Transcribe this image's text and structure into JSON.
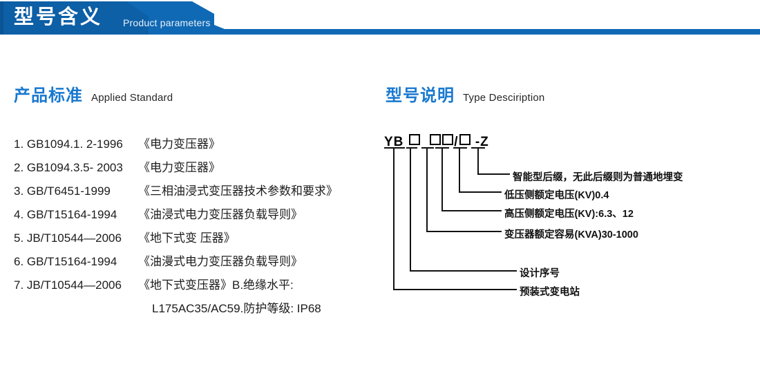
{
  "banner": {
    "title": "型号含义",
    "subtitle": "Product parameters",
    "color_main": "#1069b4",
    "color_dark": "#0d5fa6"
  },
  "left_section": {
    "heading_zh": "产品标准",
    "heading_en": "Applied Standard",
    "items": [
      {
        "code": "1. GB1094.1. 2-1996",
        "name": "《电力变压器》"
      },
      {
        "code": "2. GB1094.3.5- 2003",
        "name": "《电力变压器》"
      },
      {
        "code": "3. GB/T6451-1999",
        "name": "《三相油浸式变压器技术参数和要求》"
      },
      {
        "code": "4. GB/T15164-1994",
        "name": "《油浸式电力变压器负载导则》"
      },
      {
        "code": "5. JB/T10544—2006",
        "name": "《地下式变 压器》"
      },
      {
        "code": "6. GB/T15164-1994",
        "name": "《油漫式电力变压器负载导则》"
      },
      {
        "code": "7. JB/T10544—2006",
        "name": "《地下式变压器》B.绝缘水平:"
      }
    ],
    "continuation": "L175AC35/AC59.防护等级: IP68"
  },
  "right_section": {
    "heading_zh": "型号说明",
    "heading_en": "Type Desciription",
    "model_code": {
      "prefix": "YB",
      "suffix": "Z",
      "separator": "/",
      "dash": "-",
      "segments": [
        "YB",
        "□",
        "□",
        "□",
        "/□",
        "- Z"
      ]
    },
    "labels": [
      "智能型后缀，无此后缀则为普通地埋变",
      "低压侧额定电压(KV)0.4",
      "高压侧额定电压(KV):6.3、12",
      "变压器额定容易(KVA)30-1000",
      "设计序号",
      "预装式变电站"
    ]
  },
  "accent_color": "#1878cf"
}
